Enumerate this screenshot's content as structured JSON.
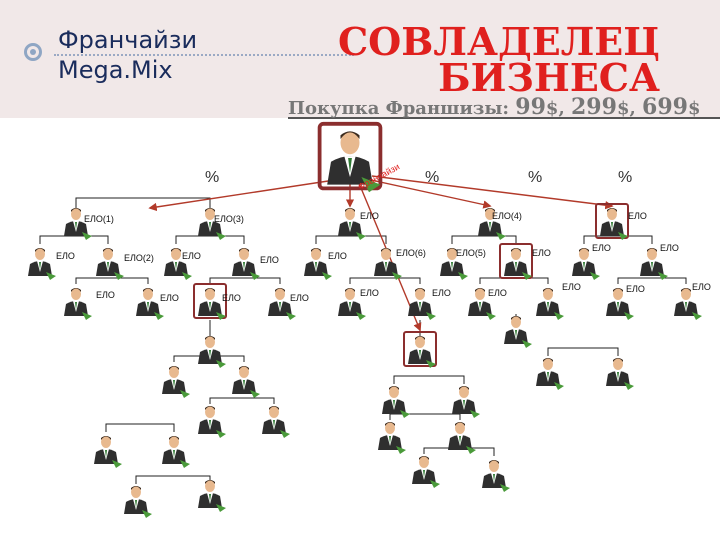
{
  "header": {
    "brand_line1": "Франчайзи",
    "brand_line2": "Mega.Mix",
    "headline_line1": "СОВЛАДЕЛЕЦ",
    "headline_line2": "БИЗНЕСА",
    "subtitle_label": "Покупка Франшизы:",
    "price1": "99",
    "price2": "299",
    "price3": "699",
    "currency": "$"
  },
  "root_badge": "Франчайзи",
  "percent_labels": [
    "%",
    "%",
    "%",
    "%"
  ],
  "labels": {
    "elo": "ЕЛО",
    "elo1": "ЕЛО(1)",
    "elo2": "ЕЛО(2)",
    "elo3": "ЕЛО(3)",
    "elo4": "ЕЛО(4)",
    "elo5": "ЕЛО(5)",
    "elo6": "ЕЛО(6)"
  },
  "colors": {
    "headline": "#e0201e",
    "brand": "#1a2c5c",
    "arrow": "#b23a2a",
    "line": "#222222",
    "highlight": "#8b2e2e",
    "suit": "#2f2f2f",
    "shirt": "#2f7a34"
  }
}
